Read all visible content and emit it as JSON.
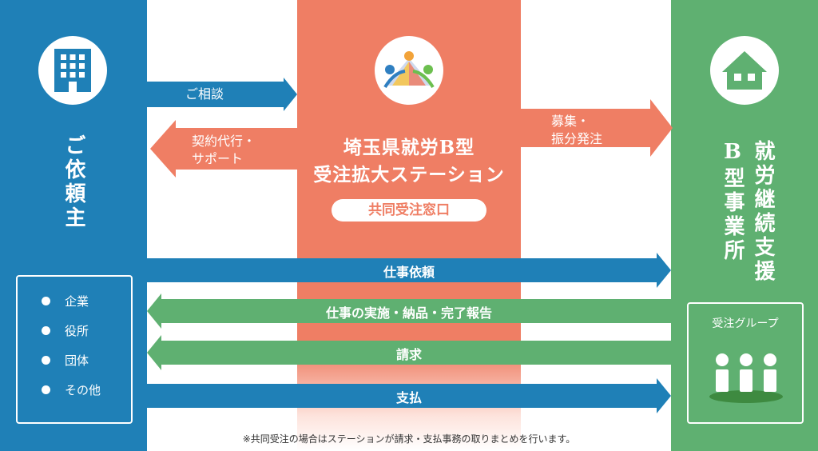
{
  "colors": {
    "blue": "#1f80b7",
    "orange": "#ef7e64",
    "green": "#5fb071",
    "green_dark": "#3e8a40"
  },
  "client": {
    "title": "ご依頼主",
    "icon": "building-icon",
    "items": [
      "企業",
      "役所",
      "団体",
      "その他"
    ]
  },
  "station": {
    "title_line1": "埼玉県就労B型",
    "title_line2": "受注拡大ステーション",
    "badge": "共同受注窓口",
    "icon": "station-logo-icon"
  },
  "provider": {
    "title": "就労継続支援B型事業所",
    "title_col1": "就労継続支援",
    "title_col2": "B型事業所",
    "icon": "house-icon",
    "group_label": "受注グループ",
    "group_icon": "people-group-icon"
  },
  "flows": {
    "consult": "ご相談",
    "contract_line1": "契約代行・",
    "contract_line2": "サポート",
    "recruit_line1": "募集・",
    "recruit_line2": "振分発注",
    "work_request": "仕事依頼",
    "work_report": "仕事の実施・納品・完了報告",
    "invoice": "請求",
    "payment": "支払"
  },
  "footnote": "※共同受注の場合はステーションが請求・支払事務の取りまとめを行います。"
}
